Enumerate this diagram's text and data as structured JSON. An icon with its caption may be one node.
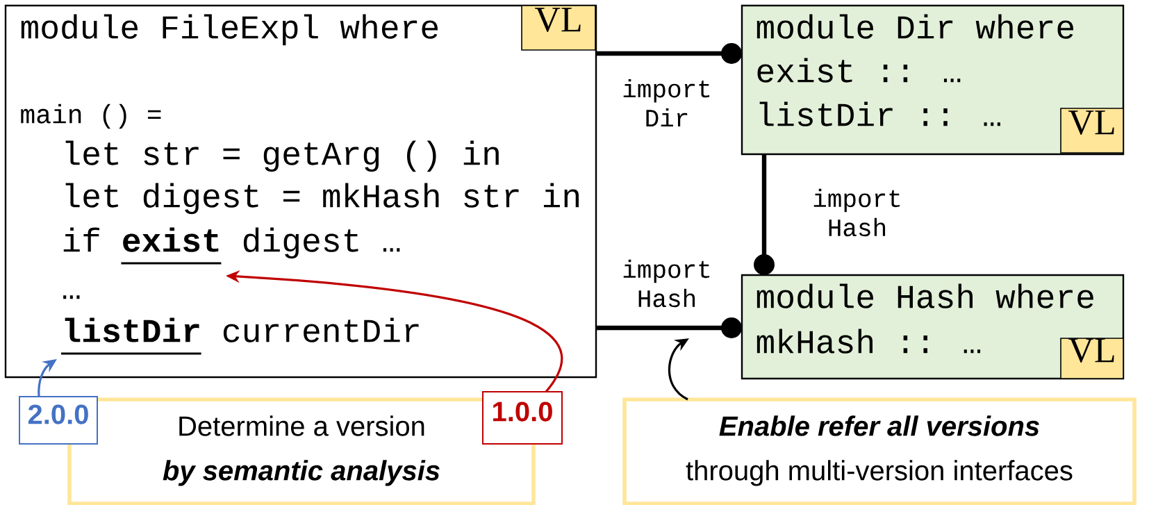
{
  "diagram": {
    "nodes": [
      {
        "text": [
          "module FileExpl where",
          "main () =",
          "let str = getArg () in",
          "let digest = mkHash str in",
          "if **exist** digest …",
          "…",
          "**listDir** currentDir"
        ]
      },
      {
        "text": [
          "VL"
        ],
        "in": 0
      },
      {
        "text": [
          "module Dir where",
          "exist :: …",
          "listDir :: …"
        ]
      },
      {
        "text": [
          "VL"
        ],
        "in": 2
      },
      {
        "text": [
          "module Hash where",
          "mkHash :: …"
        ]
      },
      {
        "text": [
          "VL"
        ],
        "in": 4
      },
      {
        "text": [
          "Determine a version",
          "by semantic analysis"
        ]
      },
      {
        "text": [
          "2.0.0"
        ]
      },
      {
        "text": [
          "1.0.0"
        ]
      },
      {
        "text": [
          "Enable refer all versions",
          "through multi-version interfaces"
        ]
      }
    ],
    "edges": [
      {
        "from": 0,
        "to": 2,
        "arrow": "other",
        "label": "import Dir",
        "style": "thick"
      },
      {
        "from": 2,
        "to": 4,
        "arrow": "other",
        "label": "import Hash",
        "style": "thick"
      },
      {
        "from": 0,
        "to": 4,
        "arrow": "other",
        "label": "import Hash",
        "style": "thick"
      },
      {
        "from": 7,
        "to": 0,
        "arrow": "to",
        "color": "#4472c4"
      },
      {
        "from": 8,
        "to": 0,
        "arrow": "to",
        "color": "#c00000"
      },
      {
        "from": 9,
        "to": null,
        "arrow": "to"
      }
    ]
  }
}
